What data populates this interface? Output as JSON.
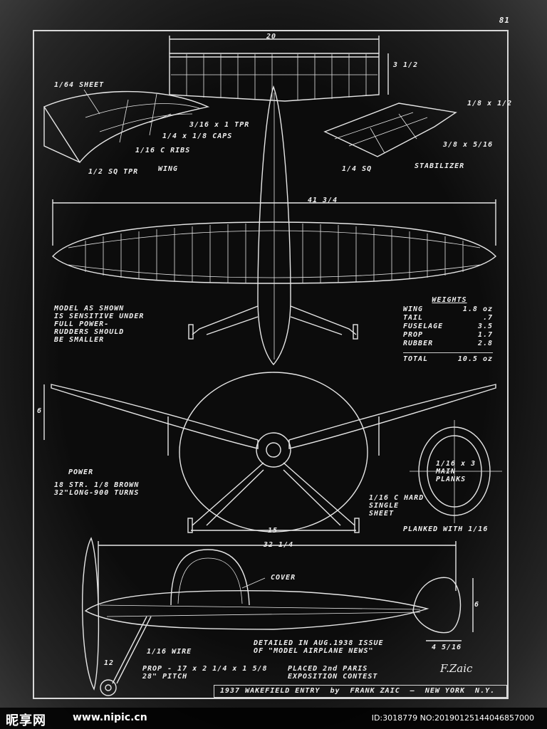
{
  "page_number": "81",
  "dimensions": {
    "wing_thickness": "1/64 SHEET",
    "top_width": "20",
    "tail_chord": "3 1/2",
    "cap_taper": "3/16 x 1 TPR",
    "caps": "1/4 x 1/8 CAPS",
    "ribs": "1/16 C RIBS",
    "wing_taper": "1/2 SQ TPR",
    "stab_spar": "1/8 x 1/2",
    "stab_small": "3/8 x 5/16",
    "stab_sq": "1/4 SQ",
    "wingspan": "41 3/4",
    "height": "6",
    "gear_track": "15",
    "fuselage_length": "32 1/4",
    "nose_height": "6",
    "nose_width": "4 5/16",
    "prop_hub": "12"
  },
  "labels": {
    "wing": "WING",
    "stabilizer": "STABILIZER",
    "note": "MODEL AS SHOWN\nIS SENSITIVE UNDER\nFULL POWER-\nRUDDERS SHOULD\nBE SMALLER",
    "power_title": "POWER",
    "power_detail": "18 STR. 1/8 BROWN\n32\"LONG-900 TURNS",
    "main_planks": "1/16 x 3\nMAIN\nPLANKS",
    "hard_sheet": "1/16 C HARD\nSINGLE\nSHEET",
    "planked_with": "PLANKED WITH 1/16",
    "cover": "COVER",
    "wire": "1/16 WIRE",
    "prop_spec": "PROP - 17 x 2 1/4 x 1 5/8\n28\" PITCH",
    "detailed_in": "DETAILED IN AUG.1938 ISSUE\nOF \"MODEL AIRPLANE NEWS\"",
    "placed": "PLACED 2nd PARIS\nEXPOSITION CONTEST"
  },
  "weights": {
    "title": "WEIGHTS",
    "rows": [
      {
        "name": "WING",
        "value": "1.8 oz"
      },
      {
        "name": "TAIL",
        "value": ".7"
      },
      {
        "name": "FUSELAGE",
        "value": "3.5"
      },
      {
        "name": "PROP",
        "value": "1.7"
      },
      {
        "name": "RUBBER",
        "value": "2.8"
      }
    ],
    "total_label": "TOTAL",
    "total_value": "10.5 oz"
  },
  "title_block": "1937 WAKEFIELD ENTRY  by  FRANK ZAIC  —  NEW YORK  N.Y.",
  "signature": "F.Zaic",
  "watermark": {
    "logo": "昵享网",
    "url": "www.nipic.cn",
    "id": "ID:3018779 NO:20190125144046857000"
  },
  "colors": {
    "background": "#0c0c0c",
    "ink": "#e8e8e8"
  }
}
